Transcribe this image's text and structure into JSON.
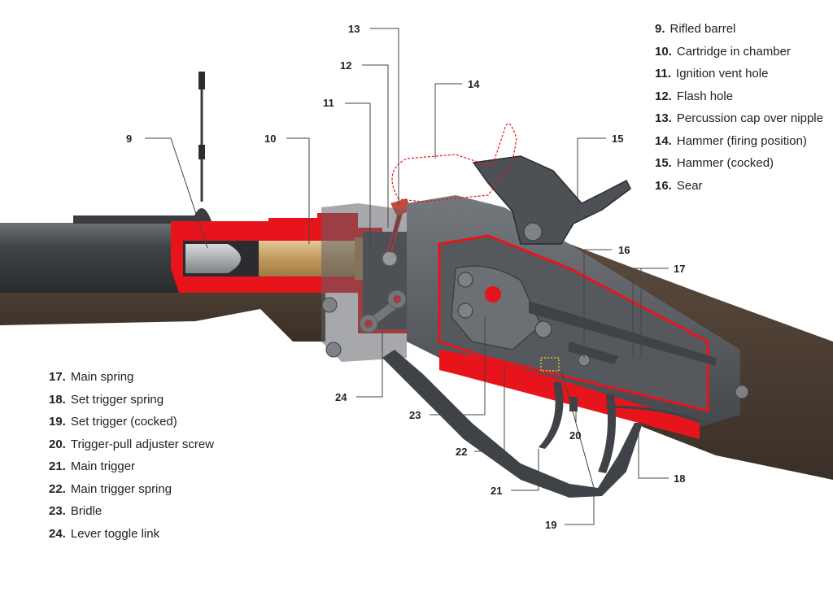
{
  "legend_right": [
    {
      "num": "9.",
      "text": "Rifled barrel"
    },
    {
      "num": "10.",
      "text": "Cartridge in chamber"
    },
    {
      "num": "11.",
      "text": "Ignition vent hole"
    },
    {
      "num": "12.",
      "text": "Flash hole"
    },
    {
      "num": "13.",
      "text": "Percussion cap over nipple"
    },
    {
      "num": "14.",
      "text": "Hammer (firing position)"
    },
    {
      "num": "15.",
      "text": "Hammer (cocked)"
    },
    {
      "num": "16.",
      "text": "Sear"
    }
  ],
  "legend_left": [
    {
      "num": "17.",
      "text": "Main spring"
    },
    {
      "num": "18.",
      "text": "Set trigger spring"
    },
    {
      "num": "19.",
      "text": "Set trigger (cocked)"
    },
    {
      "num": "20.",
      "text": "Trigger-pull adjuster screw"
    },
    {
      "num": "21.",
      "text": "Main trigger"
    },
    {
      "num": "22.",
      "text": "Main trigger spring"
    },
    {
      "num": "23.",
      "text": "Bridle"
    },
    {
      "num": "24.",
      "text": "Lever toggle link"
    }
  ],
  "callouts": {
    "c9": "9",
    "c10": "10",
    "c11": "11",
    "c12": "12",
    "c13": "13",
    "c14": "14",
    "c15": "15",
    "c16": "16",
    "c17": "17",
    "c18": "18",
    "c19": "19",
    "c20": "20",
    "c21": "21",
    "c22": "22",
    "c23": "23",
    "c24": "24"
  },
  "colors": {
    "cutaway_red": "#e8141b",
    "steel": "#5a5d61",
    "wood": "#4a3b30",
    "brass": "#c9a46a"
  }
}
